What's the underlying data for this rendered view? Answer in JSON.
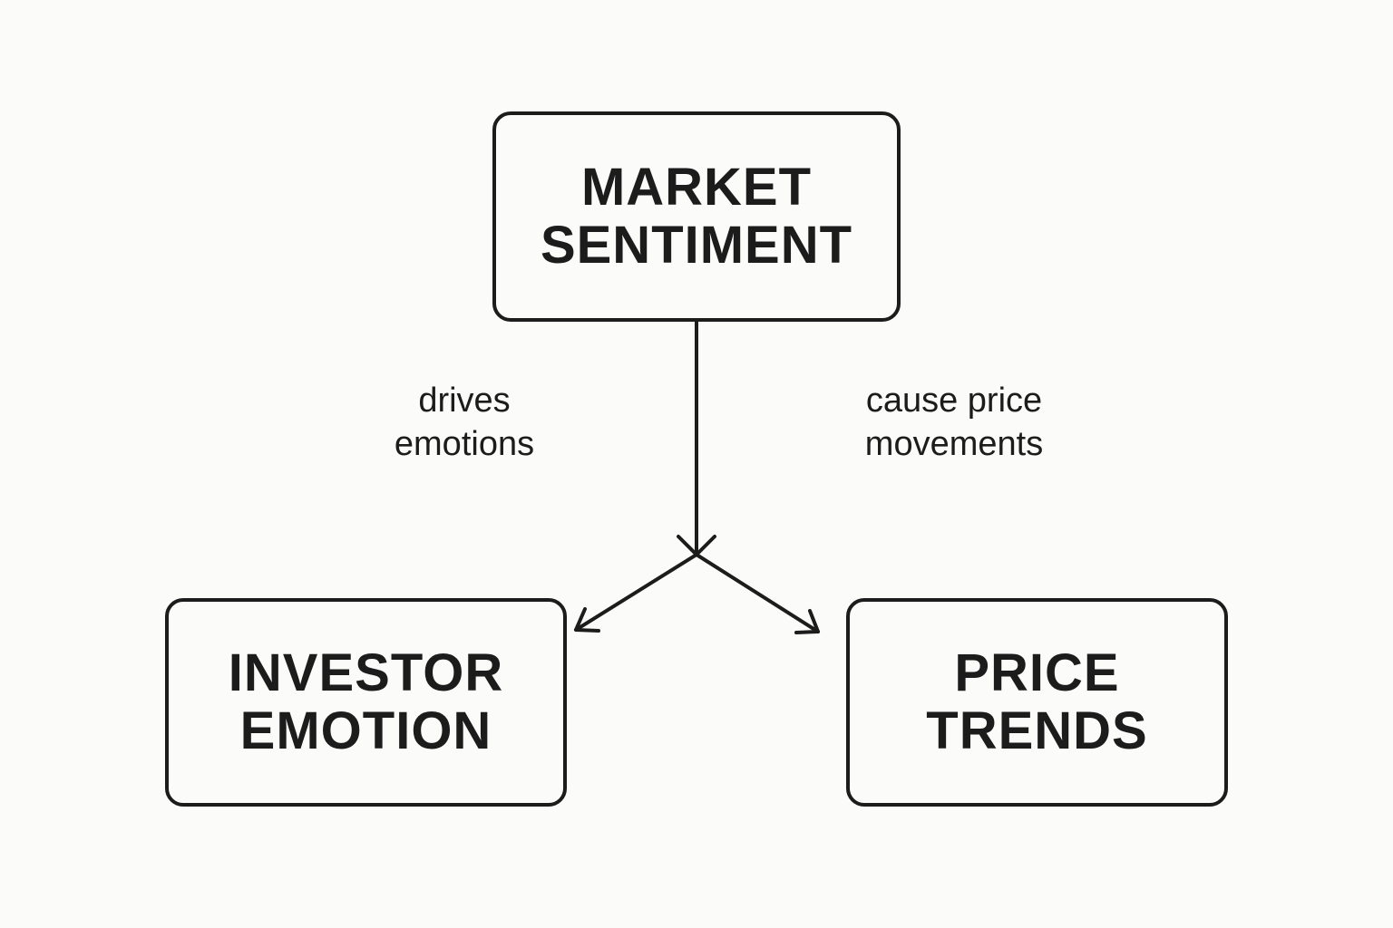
{
  "nodes": {
    "market_sentiment": "MARKET\nSENTIMENT",
    "investor_emotion": "INVESTOR\nEMOTION",
    "price_trends": "PRICE\nTRENDS"
  },
  "edges": {
    "drives_emotions": "drives\nemotions",
    "cause_price_movements": "cause price\nmovements"
  },
  "colors": {
    "background": "#fbfbf9",
    "stroke": "#1c1c1c"
  }
}
